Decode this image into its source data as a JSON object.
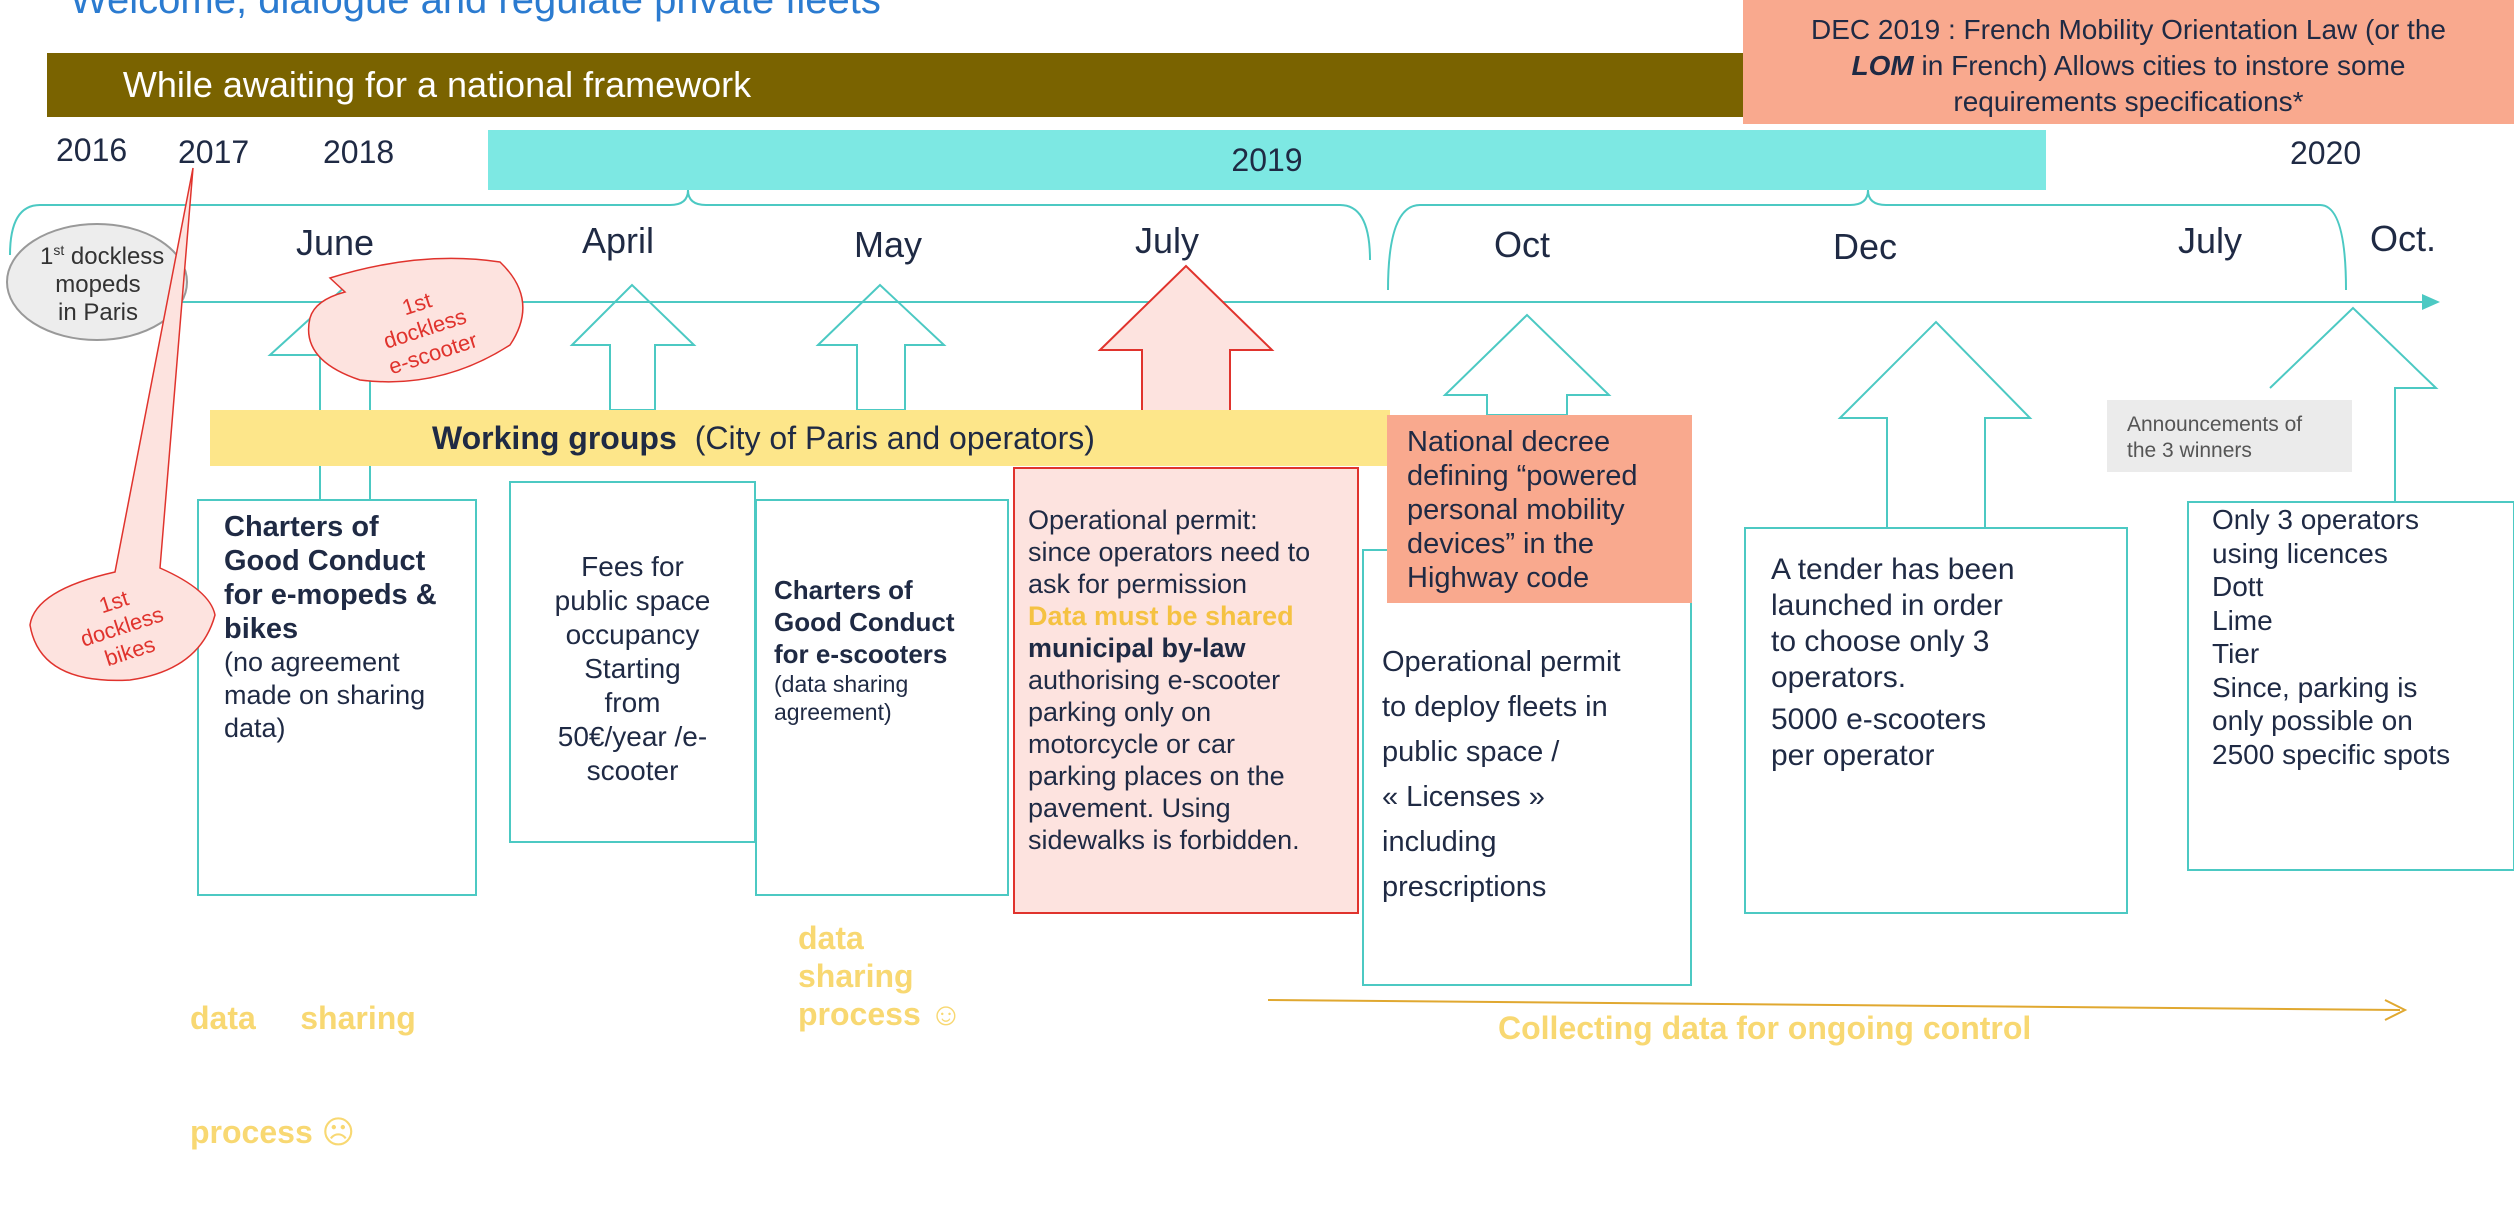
{
  "header": {
    "title": "Welcome, dialogue and regulate private fleets",
    "national_framework": "While awaiting for a national framework",
    "lom": {
      "line1": "DEC 2019 : French Mobility Orientation Law (or the",
      "line2_bold": "LOM",
      "line2_rest": " in French) Allows cities to instore some",
      "line3": "requirements specifications*"
    },
    "year_2019_band": "2019"
  },
  "years": [
    "2016",
    "2017",
    "2018",
    "2020"
  ],
  "months": [
    "June",
    "April",
    "May",
    "July",
    "Oct",
    "Dec",
    "July",
    "Oct."
  ],
  "bubbles": {
    "mopeds_sup": "st",
    "mopeds_1": "1",
    "mopeds_line1": " dockless",
    "mopeds_line2": "mopeds",
    "mopeds_line3": "in Paris",
    "escooter": [
      "1st",
      "dockless",
      "e-scooter"
    ],
    "bikes": [
      "1st",
      "dockless",
      "bikes"
    ]
  },
  "working_groups": {
    "bold": "Working groups",
    "rest": "(City of Paris and operators)"
  },
  "boxes": {
    "charters_mopeds": {
      "title": [
        "Charters of",
        "Good Conduct",
        "for e-mopeds &",
        "bikes"
      ],
      "body": [
        "(no agreement",
        "made on sharing",
        "data)"
      ]
    },
    "fees": [
      "Fees for",
      "public space",
      "occupancy",
      "Starting",
      "from",
      "50€/year /e-",
      "scooter"
    ],
    "charters_scooters": {
      "title": [
        "Charters of",
        "Good Conduct",
        "for e-scooters"
      ],
      "body": [
        "(data sharing",
        "agreement)"
      ]
    },
    "permit_july": {
      "l1": "Operational permit:",
      "l2": "since operators need to",
      "l3": "ask for permission",
      "data_shared": "Data must be shared",
      "bylaw": "municipal by-law",
      "rest": [
        "authorising e-scooter",
        "parking only on",
        "motorcycle or car",
        "parking places on the",
        "pavement. Using",
        "sidewalks is forbidden."
      ]
    },
    "decree": [
      "National decree",
      "defining “powered",
      "personal mobility",
      "devices” in the",
      "Highway code"
    ],
    "permit_oct": [
      "Operational permit",
      "to deploy fleets in",
      "public space /",
      "« Licenses »",
      "including",
      "prescriptions"
    ],
    "tender": [
      "A tender has been",
      "launched in order",
      "to choose only 3",
      "operators.",
      "5000 e-scooters",
      "per operator"
    ],
    "announcements": [
      "Announcements of",
      "the 3 winners"
    ],
    "operators": [
      "Only 3 operators",
      "using licences",
      "Dott",
      "Lime",
      "Tier",
      "Since, parking is",
      "only possible on",
      "2500 specific spots"
    ]
  },
  "footer": {
    "data_sharing_sad": [
      "data     sharing",
      "process ☹"
    ],
    "data_sharing_happy": [
      "data",
      "sharing",
      "process ☺"
    ],
    "collecting": "Collecting data for ongoing control"
  },
  "colors": {
    "olive": "#7a6300",
    "salmon": "#f9a98e",
    "cyan": "#7de8e3",
    "teal_line": "#4cc9c3",
    "yellow_band": "#fde68a",
    "yellow_text": "#f8d872",
    "red": "#e0332d",
    "pink_fill": "#fde3df",
    "blue_title": "#2b7bd0"
  }
}
